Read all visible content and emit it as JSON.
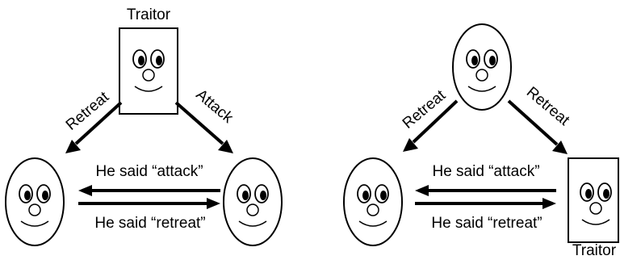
{
  "left_scenario": {
    "commander_label": "Traitor",
    "arrow_left_label": "Retreat",
    "arrow_right_label": "Attack",
    "message_top": "He said “attack”",
    "message_bottom": "He said “retreat”"
  },
  "right_scenario": {
    "lieutenant_label": "Traitor",
    "arrow_left_label": "Retreat",
    "arrow_right_label": "Retreat",
    "message_top": "He said “attack”",
    "message_bottom": "He said “retreat”"
  }
}
